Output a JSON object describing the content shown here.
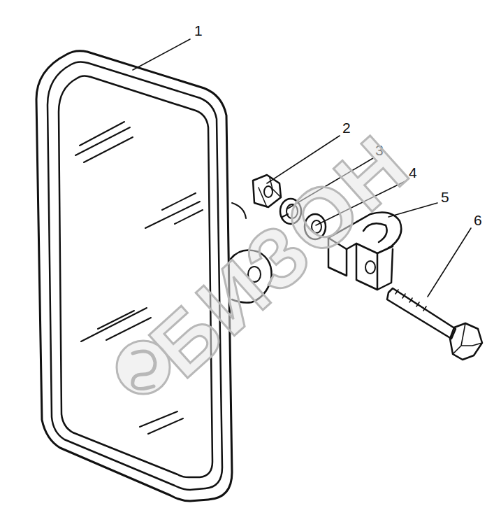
{
  "diagram": {
    "labels": [
      "1",
      "2",
      "3",
      "4",
      "5",
      "6",
      "БИЗОН"
    ]
  }
}
